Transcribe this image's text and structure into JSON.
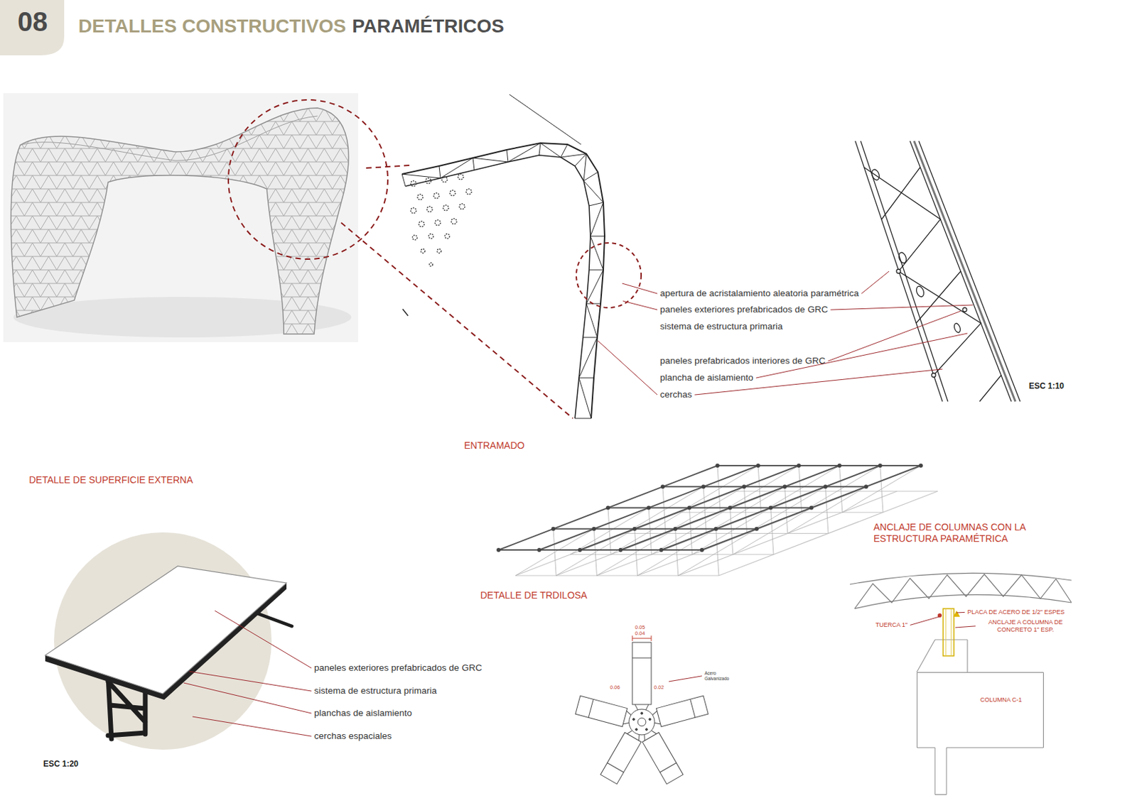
{
  "diagram": {
    "nodes": [
      {
        "text": [
          "COLUMNA C-1"
        ]
      }
    ],
    "labels": [
      "08",
      "DETALLES CONSTRUCTIVOS",
      "PARAMÉTRICOS",
      "apertura de acristalamiento aleatoria paramétrica",
      "paneles exteriores prefabricados de GRC",
      "sistema de estructura primaria",
      "paneles prefabricados interiores de GRC",
      "plancha de aislamiento",
      "cerchas",
      "ESC 1:10",
      "ENTRAMADO",
      "DETALLE DE SUPERFICIE EXTERNA",
      "ANCLAJE DE COLUMNAS CON LA ESTRUCTURA PARAMÉTRICA",
      "DETALLE DE TRDILOSA",
      "paneles exteriores prefabricados de GRC",
      "sistema de estructura primaria",
      "planchas de aislamiento",
      "cerchas espaciales",
      "ESC 1:20",
      "0.05",
      "0.04",
      "0.06",
      "0.02",
      "Acero Galvanizado",
      "TUERCA 1\"",
      "PLACA DE ACERO DE 1/2\" ESPES",
      "ANCLAJE A COLUMNA DE CONCRETO 1\" ESP."
    ]
  }
}
